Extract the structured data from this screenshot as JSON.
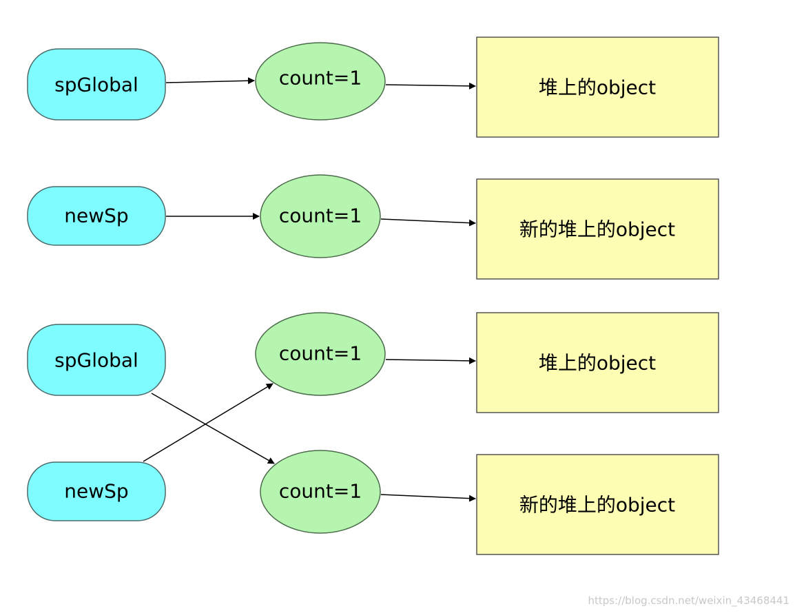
{
  "colors": {
    "pointer_fill": "#7ffcff",
    "pointer_stroke": "#4a6a6a",
    "count_fill": "#b5f5b0",
    "count_stroke": "#4a6a4a",
    "object_fill": "#fdfdb3",
    "object_stroke": "#555555",
    "edge": "#000000"
  },
  "row1": {
    "pointer": "spGlobal",
    "count": "count=1",
    "object": "堆上的object"
  },
  "row2": {
    "pointer": "newSp",
    "count": "count=1",
    "object": "新的堆上的object"
  },
  "row3": {
    "pointer": "spGlobal",
    "count": "count=1",
    "object": "堆上的object"
  },
  "row4": {
    "pointer": "newSp",
    "count": "count=1",
    "object": "新的堆上的object"
  },
  "watermark": "https://blog.csdn.net/weixin_43468441"
}
